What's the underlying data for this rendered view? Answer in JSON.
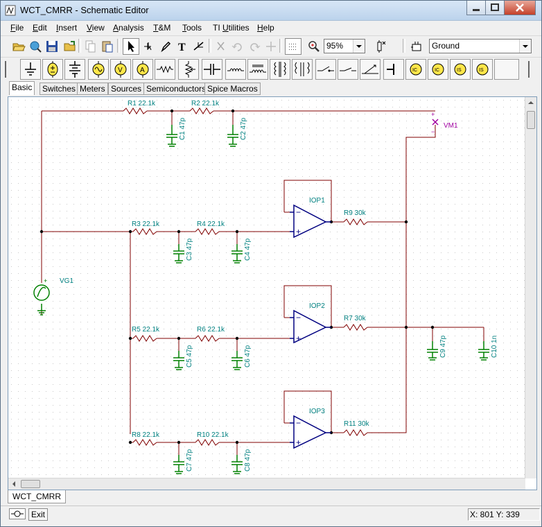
{
  "window": {
    "title": "WCT_CMRR - Schematic Editor"
  },
  "menu": [
    {
      "label": "File",
      "u": "F",
      "rest": "ile"
    },
    {
      "label": "Edit",
      "u": "E",
      "rest": "dit"
    },
    {
      "label": "Insert",
      "u": "I",
      "rest": "nsert"
    },
    {
      "label": "View",
      "u": "V",
      "rest": "iew"
    },
    {
      "label": "Analysis",
      "u": "A",
      "rest": "nalysis"
    },
    {
      "label": "T&M",
      "u": "T",
      "rest": "&M"
    },
    {
      "label": "Tools",
      "u": "T",
      "rest": "ools"
    },
    {
      "label": "TI Utilities",
      "u": "U",
      "pre": "TI ",
      "rest": "tilities"
    },
    {
      "label": "Help",
      "u": "H",
      "rest": "elp"
    }
  ],
  "toolbar": {
    "zoom_value": "95%",
    "component_value": "Ground"
  },
  "tabs": [
    "Basic",
    "Switches",
    "Meters",
    "Sources",
    "Semiconductors",
    "Spice Macros"
  ],
  "active_tab": "Basic",
  "schematic": {
    "resistors": {
      "R1": "R1 22.1k",
      "R2": "R2 22.1k",
      "R3": "R3 22.1k",
      "R4": "R4 22.1k",
      "R5": "R5 22.1k",
      "R6": "R6 22.1k",
      "R8": "R8 22.1k",
      "R10": "R10 22.1k",
      "R9": "R9 30k",
      "R7": "R7 30k",
      "R11": "R11 30k"
    },
    "capacitors": {
      "C1": "C1 47p",
      "C2": "C2 47p",
      "C3": "C3 47p",
      "C4": "C4 47p",
      "C5": "C5 47p",
      "C6": "C6 47p",
      "C7": "C7 47p",
      "C8": "C8 47p",
      "C9": "C9 47p",
      "C10": "C10 1n"
    },
    "opamps": {
      "IOP1": "IOP1",
      "IOP2": "IOP2",
      "IOP3": "IOP3"
    },
    "source": "VG1",
    "meter": "VM1",
    "minus": "−",
    "plus": "+"
  },
  "sheet_tab": "WCT_CMRR",
  "status": {
    "exit_label": "Exit",
    "coords": "X: 801  Y: 339"
  },
  "colors": {
    "wire": "#800000",
    "component": "#000080",
    "capacitor": "#008000",
    "label": "#008080",
    "meter_label": "#a000a0"
  }
}
